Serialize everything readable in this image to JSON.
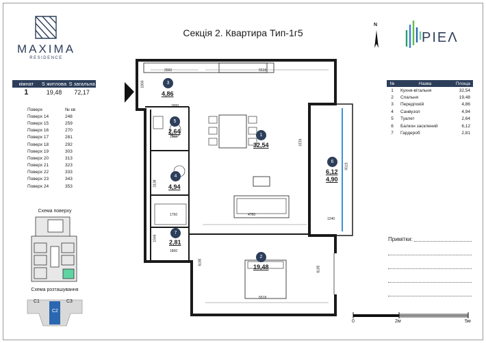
{
  "brand": {
    "name": "MAXIMA",
    "subtitle": "RESIDENCE",
    "icon": "maxima-logo"
  },
  "title": "Секція 2. Квартира Тип-1г5",
  "north_label": "N",
  "developer": {
    "name": "PIEΛ",
    "icon": "riel-logo"
  },
  "summary": {
    "headers": [
      "кімнат",
      "S житлова",
      "S загальна"
    ],
    "values": [
      "1",
      "19,48",
      "72,17"
    ]
  },
  "floors": {
    "headers": [
      "Поверх",
      "№ кв"
    ],
    "rows": [
      [
        "Поверх 14",
        "248"
      ],
      [
        "Поверх 15",
        "259"
      ],
      [
        "Поверх 16",
        "270"
      ],
      [
        "Поверх 17",
        "281"
      ],
      [
        "Поверх 18",
        "292"
      ],
      [
        "Поверх 19",
        "303"
      ],
      [
        "Поверх 20",
        "313"
      ],
      [
        "Поверх 21",
        "323"
      ],
      [
        "Поверх 22",
        "333"
      ],
      [
        "Поверх 23",
        "343"
      ],
      [
        "Поверх 24",
        "353"
      ]
    ]
  },
  "scheme_floor_title": "Схема поверху",
  "scheme_location_title": "Схема розташування",
  "location_sections": [
    "C1",
    "C2",
    "C3"
  ],
  "legend": {
    "headers": [
      "№",
      "Назва",
      "Площа"
    ],
    "rows": [
      [
        "1",
        "Кухня-вітальня",
        "32,54"
      ],
      [
        "2",
        "Спальня",
        "19,48"
      ],
      [
        "3",
        "Передпокій",
        "4,86"
      ],
      [
        "4",
        "Санвузол",
        "4,94"
      ],
      [
        "5",
        "Туалет",
        "2,64"
      ],
      [
        "6",
        "Балкон засклений",
        "6,12"
      ],
      [
        "7",
        "Гардероб",
        "2,81"
      ]
    ]
  },
  "rooms": [
    {
      "num": "1",
      "area": "32,54"
    },
    {
      "num": "2",
      "area": "19,48"
    },
    {
      "num": "3",
      "area": "4,86"
    },
    {
      "num": "4",
      "area": "4,94"
    },
    {
      "num": "5",
      "area": "2,64"
    },
    {
      "num": "6",
      "area": "6,12",
      "area2": "4,90"
    },
    {
      "num": "7",
      "area": "2,81"
    }
  ],
  "dimensions": {
    "top_kitchen": "2560",
    "top_living": "5518",
    "hall": "1800",
    "toilet_w": "1800",
    "bath_w": "1750",
    "wardrobe_w": "1800",
    "living_bottom": "4760",
    "bedroom_w": "5518",
    "balcony_w": "1240",
    "balcony_h": "5700",
    "living_h": "6110",
    "bedroom_h": "3878",
    "bedroom_left": "3878",
    "bath_h": "3138",
    "wardrobe_h": "1546",
    "hall_h": "1800"
  },
  "notes_label": "Примітки:",
  "scale": {
    "labels": [
      "0",
      "2м",
      "5м"
    ]
  }
}
